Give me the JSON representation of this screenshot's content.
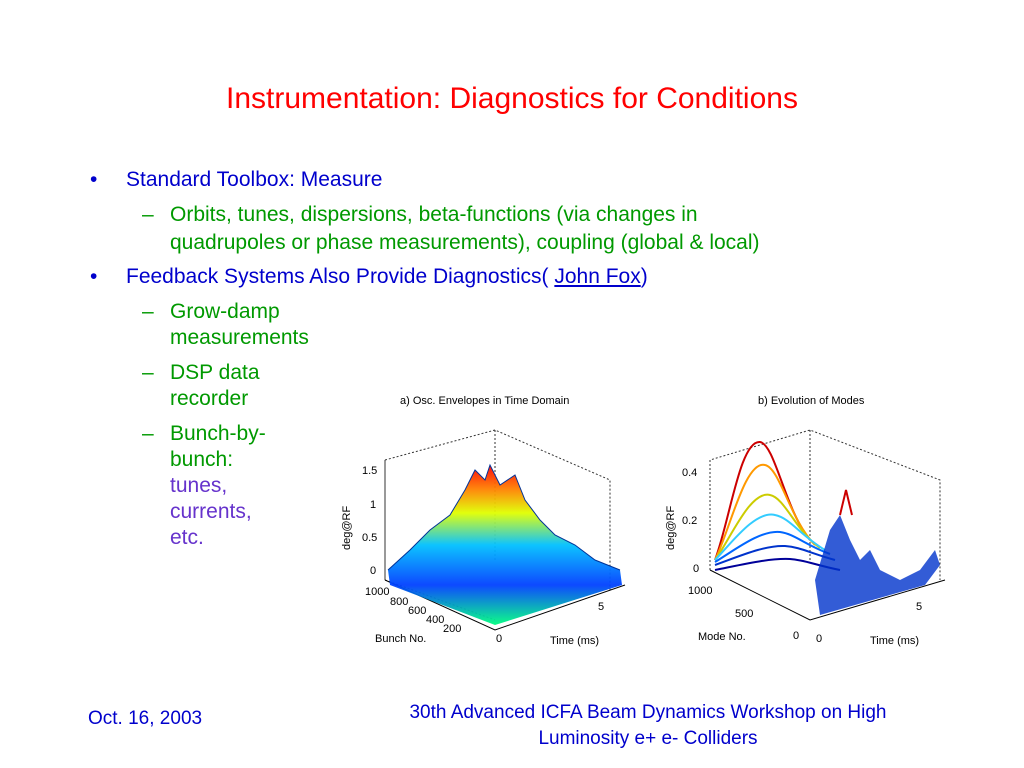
{
  "slide": {
    "title": "Instrumentation: Diagnostics for Conditions",
    "bullet1": "Standard Toolbox: Measure",
    "bullet1_sub": "Orbits, tunes, dispersions, beta-functions (via changes in",
    "bullet1_sub2": "quadrupoles or phase measurements), coupling (global & local)",
    "bullet2_prefix": "Feedback Systems Also Provide Diagnostics(",
    "bullet2_link": "John Fox",
    "bullet2_suffix": ")",
    "sub1a": "Grow-damp",
    "sub1b": "measurements",
    "sub2a": "DSP data",
    "sub2b": "recorder",
    "sub3a": "Bunch-by-",
    "sub3b": "bunch:",
    "sub3c": "tunes,",
    "sub3d": "currents,",
    "sub3e": "etc.",
    "bullet_char": "•",
    "dash_char": "–"
  },
  "footer": {
    "date": "Oct. 16, 2003",
    "line1": "30th Advanced ICFA Beam Dynamics Workshop on High",
    "line2": "Luminosity e+ e- Colliders"
  },
  "chart_data": [
    {
      "type": "surface3d",
      "title": "a) Osc. Envelopes in Time Domain",
      "ylabel": "deg@RF",
      "xlabel": "Time  (ms)",
      "zlabel": "Bunch No.",
      "y_ticks": [
        "0",
        "0.5",
        "1",
        "1.5"
      ],
      "x_ticks": [
        "0",
        "5"
      ],
      "z_ticks": [
        "200",
        "400",
        "600",
        "800",
        "1000"
      ]
    },
    {
      "type": "surface3d",
      "title": "b) Evolution of Modes",
      "ylabel": "deg@RF",
      "xlabel": "Time (ms)",
      "zlabel": "Mode No.",
      "y_ticks": [
        "0",
        "0.2",
        "0.4"
      ],
      "x_ticks": [
        "0",
        "5"
      ],
      "z_ticks": [
        "0",
        "500",
        "1000"
      ]
    }
  ]
}
